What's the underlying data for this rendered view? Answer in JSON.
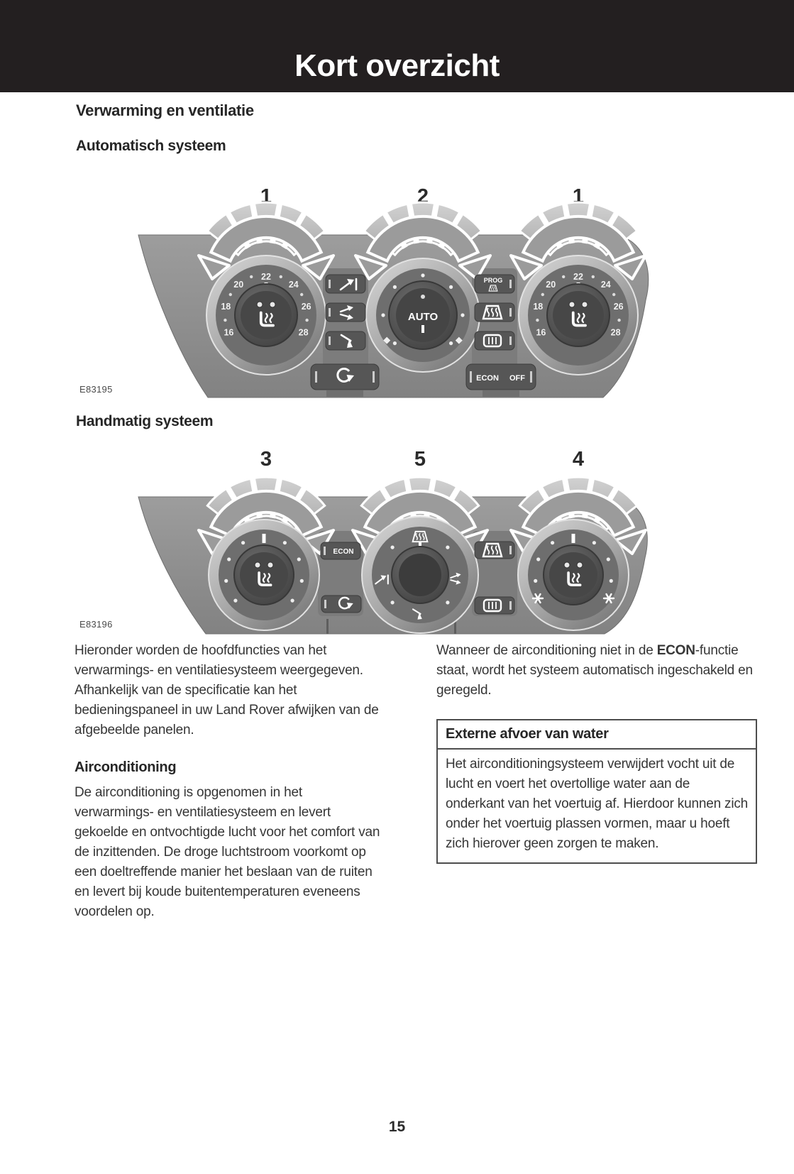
{
  "header": {
    "title": "Kort overzicht"
  },
  "headings": {
    "section": "Verwarming en ventilatie",
    "automatic": "Automatisch systeem",
    "manual": "Handmatig systeem"
  },
  "diagram_automatic": {
    "figure_id": "E83195",
    "callouts": [
      "1",
      "2",
      "1"
    ],
    "temp_scale": [
      "16",
      "18",
      "20",
      "22",
      "24",
      "26",
      "28"
    ],
    "auto_label": "AUTO",
    "prog_label": "PROG",
    "econ_label": "ECON",
    "off_label": "OFF",
    "icons": [
      "rotate-arrow-icon",
      "heated-seat-icon",
      "vent-face-icon",
      "vent-bilevel-icon",
      "vent-floor-icon",
      "windshield-defrost-icon",
      "rear-defrost-icon",
      "recirculation-icon"
    ]
  },
  "diagram_manual": {
    "figure_id": "E83196",
    "callouts": [
      "3",
      "5",
      "4"
    ],
    "econ_label": "ECON",
    "icons": [
      "rotate-arrow-icon",
      "heated-seat-icon",
      "windshield-defrost-icon",
      "vent-face-icon",
      "vent-bilevel-icon",
      "vent-floor-icon",
      "rear-defrost-icon",
      "recirculation-icon",
      "snowflake-icon"
    ]
  },
  "body": {
    "intro": "Hieronder worden de hoofdfuncties van het verwarmings- en ventilatiesysteem weergegeven. Afhankelijk van de specificatie kan het bedieningspaneel in uw Land Rover afwijken van de afgebeelde panelen.",
    "airco_heading": "Airconditioning",
    "airco_text": "De airconditioning is opgenomen in het verwarmings- en ventilatiesysteem en levert gekoelde en ontvochtigde lucht voor het comfort van de inzittenden. De droge luchtstroom voorkomt op een doeltreffende manier het beslaan van de ruiten en levert bij koude buitentemperaturen eveneens voordelen op.",
    "econ_para": {
      "pre": "Wanneer de airconditioning niet in de ",
      "bold": "ECON",
      "post": "-functie staat, wordt het systeem automatisch ingeschakeld en geregeld."
    },
    "water_box": {
      "title": "Externe afvoer van water",
      "text": "Het airconditioningsysteem verwijdert vocht uit de lucht en voert het overtollige water aan de onderkant van het voertuig af. Hierdoor kunnen zich onder het voertuig plassen vormen, maar u hoeft zich hierover geen zorgen te maken."
    }
  },
  "footer": {
    "page_number": "15"
  }
}
